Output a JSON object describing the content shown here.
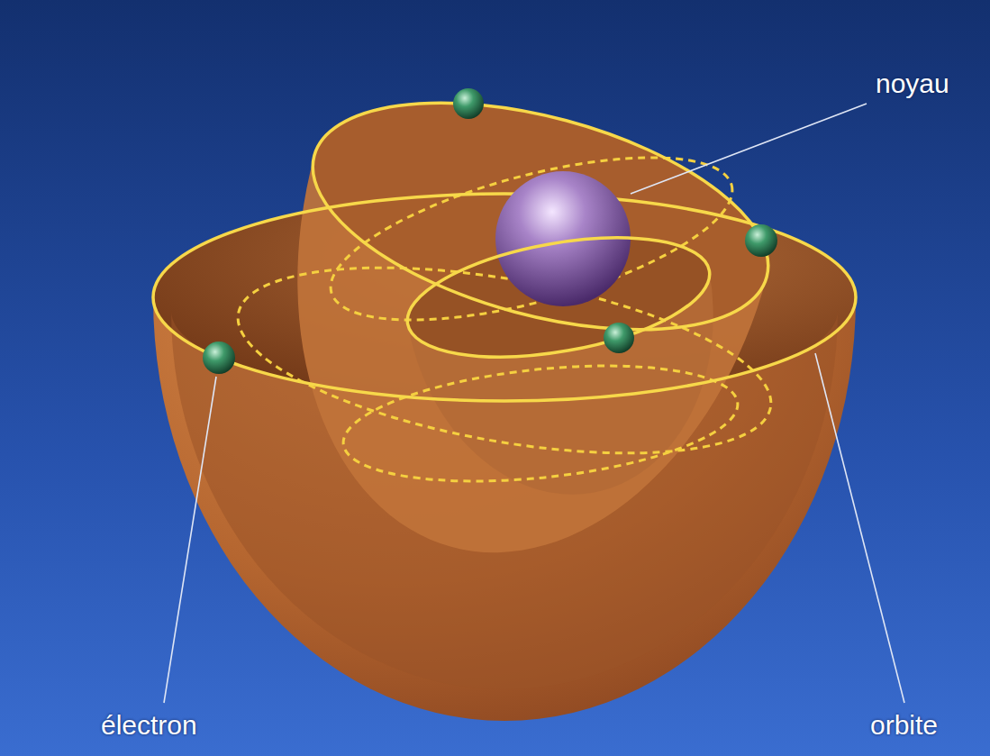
{
  "diagram": {
    "labels": [
      "noyau",
      "électron",
      "orbite"
    ]
  }
}
